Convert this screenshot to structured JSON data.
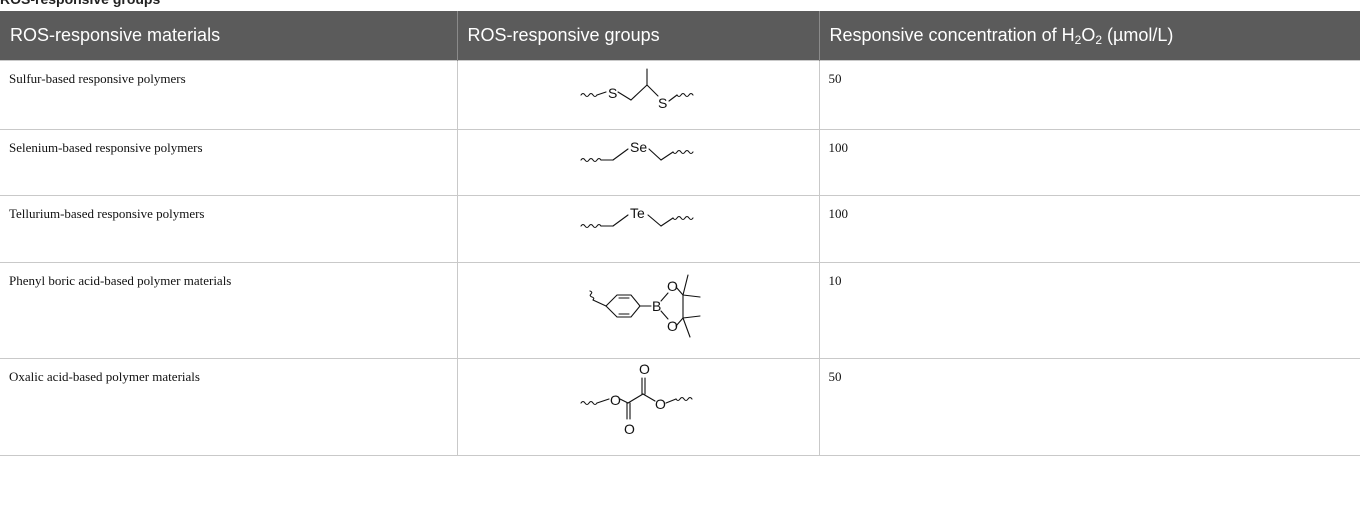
{
  "caption": "ROS-responsive groups",
  "table": {
    "headers": {
      "materials": "ROS-responsive materials",
      "groups": "ROS-responsive groups",
      "concentration_prefix": "Responsive concentration of H",
      "concentration_sub1": "2",
      "concentration_mid": "O",
      "concentration_sub2": "2",
      "concentration_suffix": " (µmol/L)"
    },
    "rows": [
      {
        "material": "Sulfur-based responsive polymers",
        "structure_labels": [
          "S",
          "S"
        ],
        "concentration": "50"
      },
      {
        "material": "Selenium-based responsive polymers",
        "structure_labels": [
          "Se"
        ],
        "concentration": "100"
      },
      {
        "material": "Tellurium-based responsive polymers",
        "structure_labels": [
          "Te"
        ],
        "concentration": "100"
      },
      {
        "material": "Phenyl boric acid-based polymer materials",
        "structure_labels": [
          "B",
          "O",
          "O"
        ],
        "concentration": "10"
      },
      {
        "material": "Oxalic acid-based polymer materials",
        "structure_labels": [
          "O",
          "O",
          "O",
          "O"
        ],
        "concentration": "50"
      }
    ]
  }
}
